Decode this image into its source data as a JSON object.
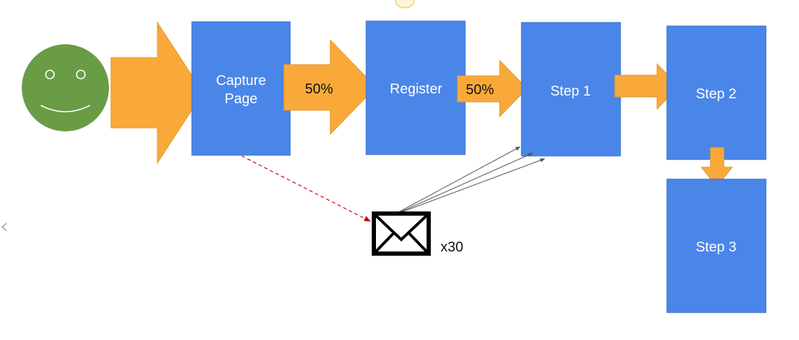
{
  "colors": {
    "box_fill": "#4a86e8",
    "box_stroke": "#3b6fc4",
    "arrow_fill": "#f9a93a",
    "arrow_stroke": "#e7962a",
    "face_fill": "#6a9b45",
    "face_feature": "#ffffff",
    "dashed_line": "#cc0000",
    "thin_line": "#555555",
    "envelope": "#000000",
    "chevron": "#b5b5b5"
  },
  "nodes": {
    "capture": {
      "line1": "Capture",
      "line2": "Page"
    },
    "register": {
      "label": "Register"
    },
    "step1": {
      "label": "Step 1"
    },
    "step2": {
      "label": "Step 2"
    },
    "step3": {
      "label": "Step 3"
    }
  },
  "arrows": {
    "capture_to_register": "50%",
    "register_to_step1": "50%"
  },
  "email": {
    "count_label": "x30"
  },
  "icons": {
    "user": "smiley-face-icon",
    "email": "envelope-icon",
    "prev": "chevron-left-icon"
  },
  "prev_glyph": "‹"
}
